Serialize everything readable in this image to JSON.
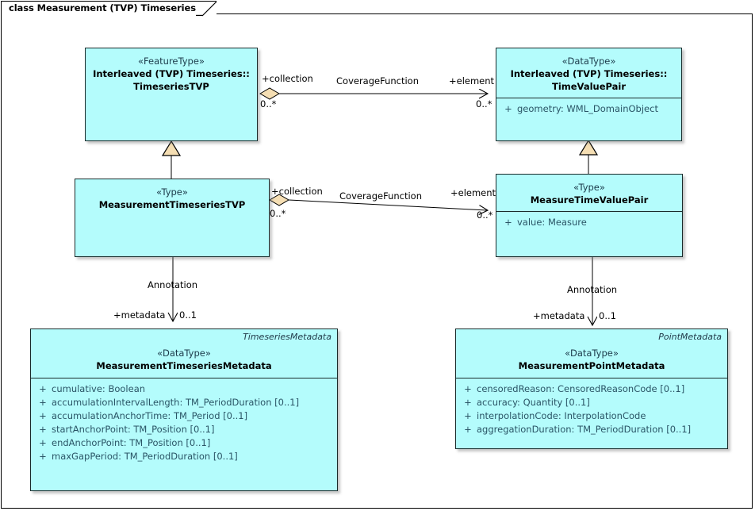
{
  "diagram": {
    "tab_title": "class Measurement (TVP) Timeseries",
    "accent_fill": "#B4FCFC",
    "border_color": "#1A2B2B",
    "adornment_fill": "#F5DEB3",
    "background": "#FFFFFF"
  },
  "classes": [
    {
      "id": "timeseries-tvp",
      "stereotype": "«FeatureType»",
      "name_line1": "Interleaved (TVP) Timeseries::",
      "name_line2": "TimeseriesTVP",
      "role": "",
      "attributes": []
    },
    {
      "id": "time-value-pair",
      "stereotype": "«DataType»",
      "name_line1": "Interleaved (TVP) Timeseries::",
      "name_line2": "TimeValuePair",
      "role": "",
      "attributes": [
        {
          "visibility": "+",
          "text": "geometry: WML_DomainObject"
        }
      ]
    },
    {
      "id": "measurement-timeseries-tvp",
      "stereotype": "«Type»",
      "name_line1": "MeasurementTimeseriesTVP",
      "name_line2": "",
      "role": "",
      "attributes": []
    },
    {
      "id": "measure-time-value-pair",
      "stereotype": "«Type»",
      "name_line1": "MeasureTimeValuePair",
      "name_line2": "",
      "role": "",
      "attributes": [
        {
          "visibility": "+",
          "text": "value: Measure"
        }
      ]
    },
    {
      "id": "measurement-timeseries-metadata",
      "stereotype": "«DataType»",
      "name_line1": "MeasurementTimeseriesMetadata",
      "name_line2": "",
      "role": "TimeseriesMetadata",
      "attributes": [
        {
          "visibility": "+",
          "text": "cumulative: Boolean"
        },
        {
          "visibility": "+",
          "text": "accumulationIntervalLength: TM_PeriodDuration [0..1]"
        },
        {
          "visibility": "+",
          "text": "accumulationAnchorTime: TM_Period [0..1]"
        },
        {
          "visibility": "+",
          "text": "startAnchorPoint: TM_Position [0..1]"
        },
        {
          "visibility": "+",
          "text": "endAnchorPoint: TM_Position [0..1]"
        },
        {
          "visibility": "+",
          "text": "maxGapPeriod: TM_PeriodDuration [0..1]"
        }
      ]
    },
    {
      "id": "measurement-point-metadata",
      "stereotype": "«DataType»",
      "name_line1": "MeasurementPointMetadata",
      "name_line2": "",
      "role": "PointMetadata",
      "attributes": [
        {
          "visibility": "+",
          "text": "censoredReason: CensoredReasonCode [0..1]"
        },
        {
          "visibility": "+",
          "text": "accuracy: Quantity [0..1]"
        },
        {
          "visibility": "+",
          "text": "interpolationCode: InterpolationCode"
        },
        {
          "visibility": "+",
          "text": "aggregationDuration: TM_PeriodDuration [0..1]"
        }
      ]
    }
  ],
  "connectors": [
    {
      "id": "coverage-function-top",
      "kind": "aggregation",
      "name": "CoverageFunction",
      "source_role": "+collection",
      "source_multiplicity": "0..*",
      "target_role": "+element",
      "target_multiplicity": "0..*"
    },
    {
      "id": "coverage-function-middle",
      "kind": "aggregation",
      "name": "CoverageFunction",
      "source_role": "+collection",
      "source_multiplicity": "0..*",
      "target_role": "+element",
      "target_multiplicity": "0..*"
    },
    {
      "id": "annotation-left",
      "kind": "association",
      "name": "Annotation",
      "source_role": "+metadata",
      "source_multiplicity": "",
      "target_role": "",
      "target_multiplicity": "0..1"
    },
    {
      "id": "annotation-right",
      "kind": "association",
      "name": "Annotation",
      "source_role": "+metadata",
      "source_multiplicity": "",
      "target_role": "",
      "target_multiplicity": "0..1"
    },
    {
      "id": "generalization-left",
      "kind": "generalization",
      "name": "",
      "source_role": "",
      "source_multiplicity": "",
      "target_role": "",
      "target_multiplicity": ""
    },
    {
      "id": "generalization-right",
      "kind": "generalization",
      "name": "",
      "source_role": "",
      "source_multiplicity": "",
      "target_role": "",
      "target_multiplicity": ""
    }
  ]
}
